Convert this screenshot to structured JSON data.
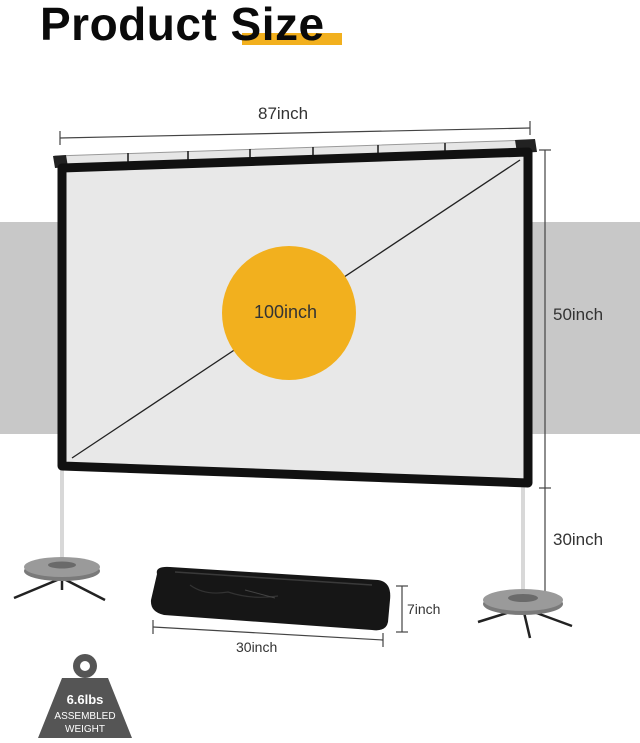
{
  "title": "Product Size",
  "dimensions": {
    "width": "87inch",
    "diagonal": "100inch",
    "screen_height": "50inch",
    "stand_height": "30inch"
  },
  "bag": {
    "length": "30inch",
    "height": "7inch"
  },
  "weight_badge": {
    "value": "6.6lbs",
    "line1": "ASSEMBLED",
    "line2": "WEIGHT"
  },
  "colors": {
    "accent": "#f2b01e",
    "band": "#c8c8c8",
    "screen": "#e8e8e8",
    "frame": "#111111",
    "badge": "#555555"
  },
  "icons": [
    "weight-icon",
    "carry-bag-icon",
    "stand-base-icon"
  ]
}
